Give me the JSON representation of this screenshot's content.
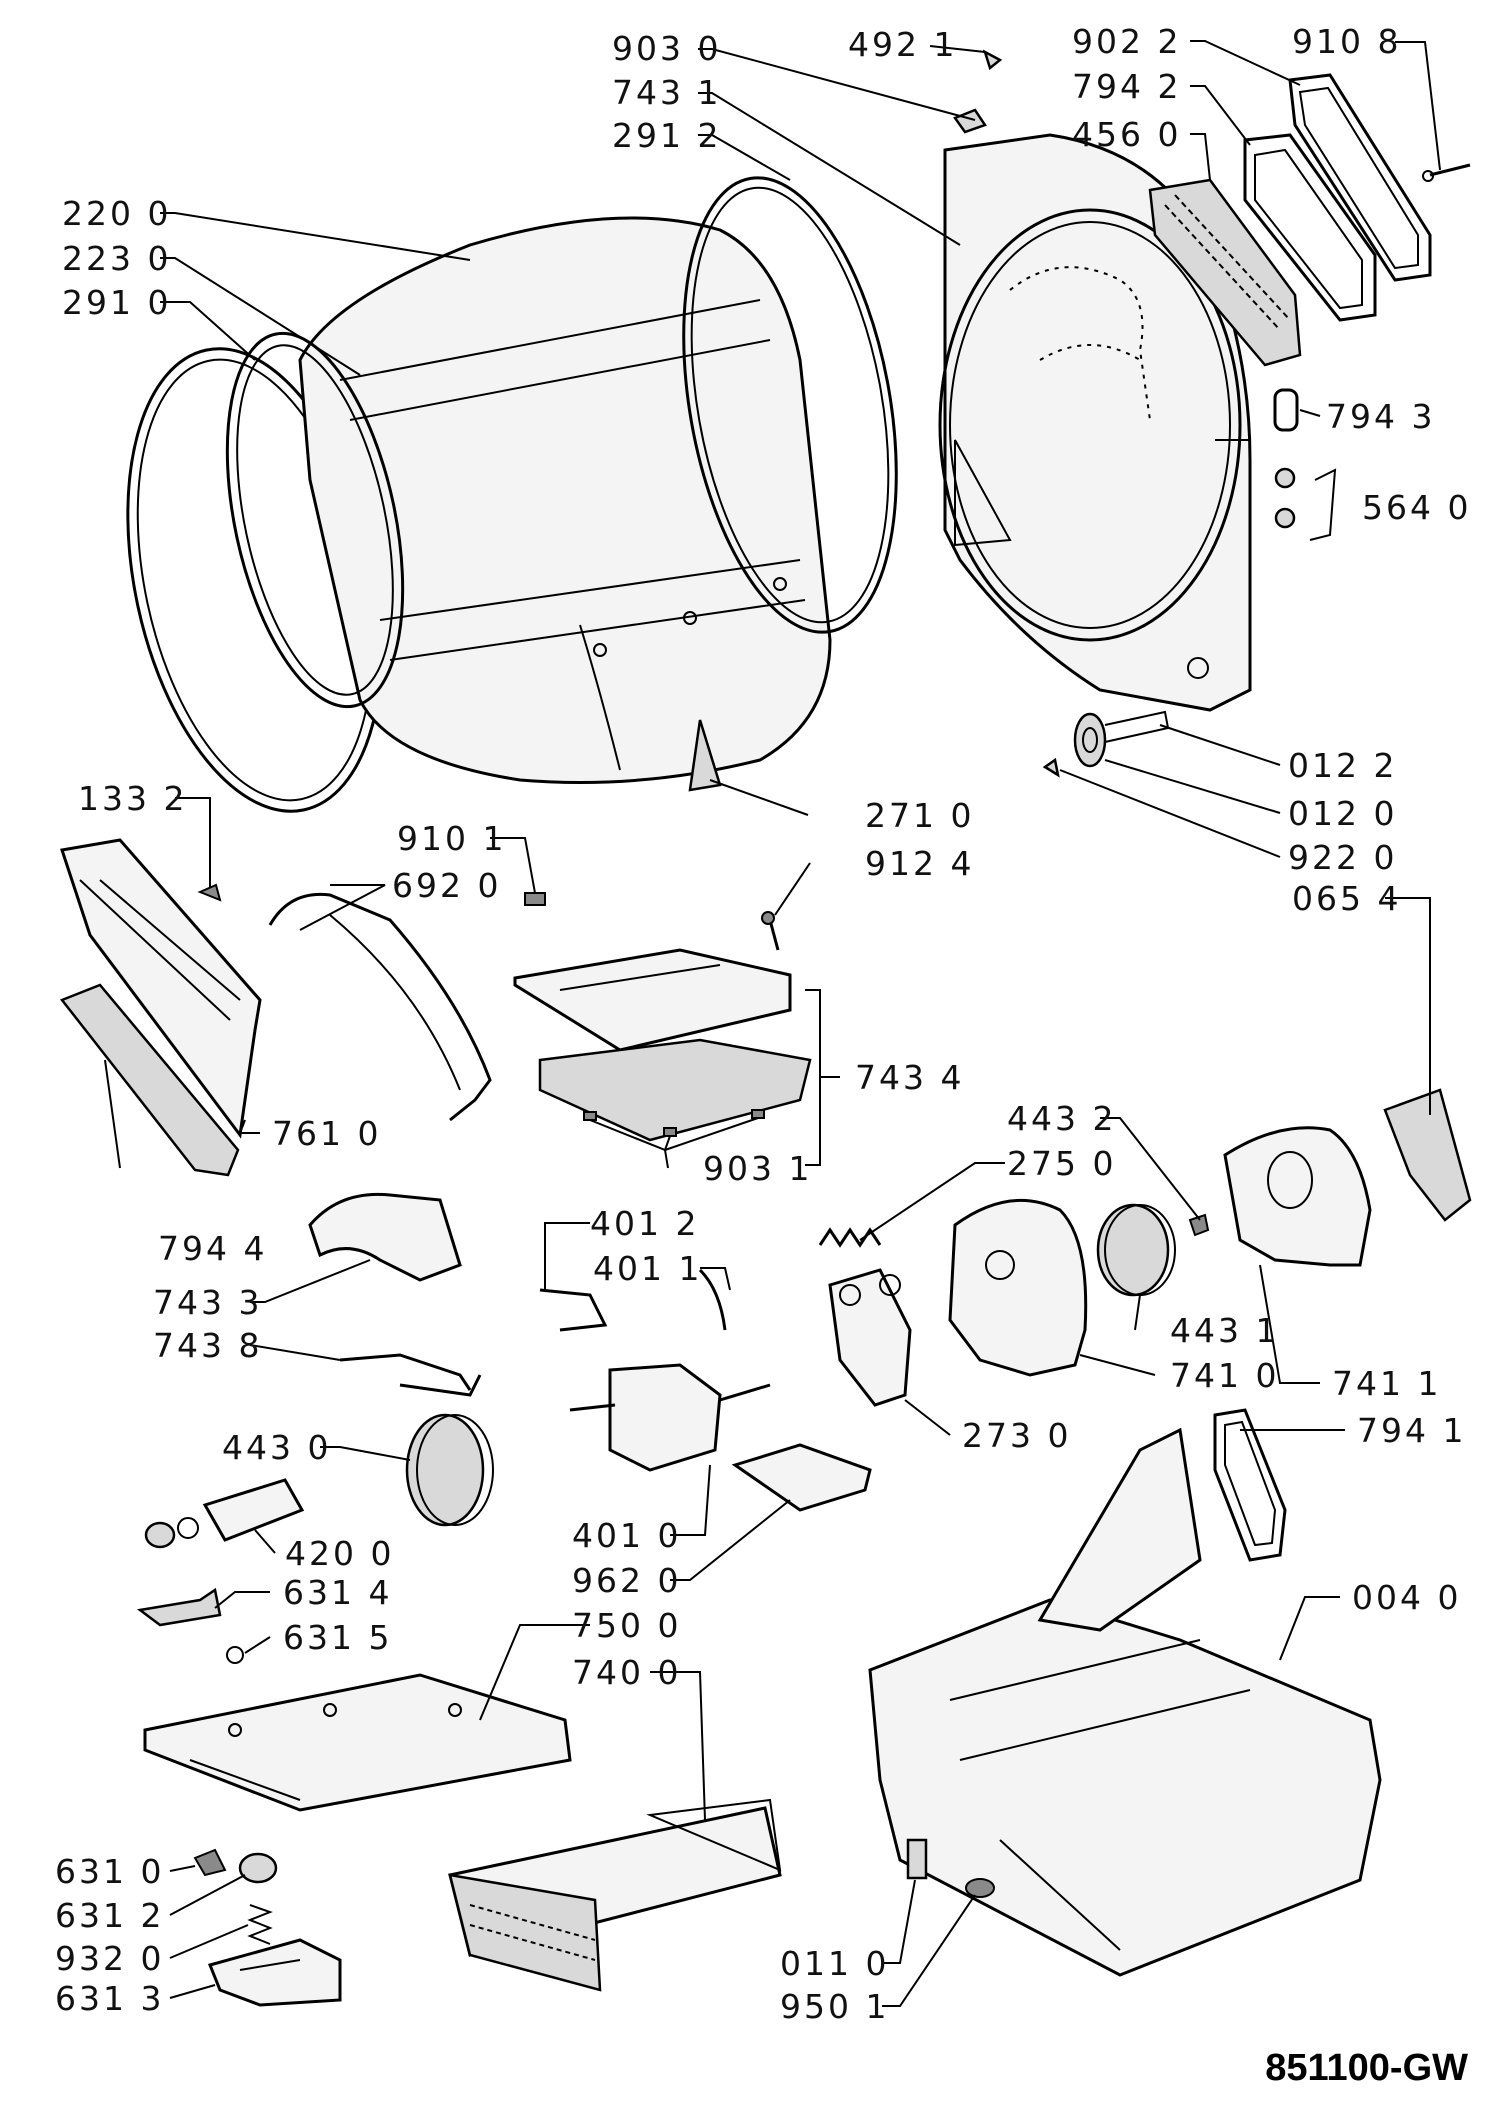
{
  "diagram_ref": "851100-GW",
  "labels": [
    {
      "id": "903-0",
      "text": "903  0"
    },
    {
      "id": "743-1",
      "text": "743  1"
    },
    {
      "id": "291-2",
      "text": "291  2"
    },
    {
      "id": "220-0",
      "text": "220  0"
    },
    {
      "id": "223-0",
      "text": "223  0"
    },
    {
      "id": "291-0",
      "text": "291  0"
    },
    {
      "id": "492-1",
      "text": "492  1"
    },
    {
      "id": "902-2",
      "text": "902  2"
    },
    {
      "id": "794-2",
      "text": "794  2"
    },
    {
      "id": "456-0",
      "text": "456  0"
    },
    {
      "id": "910-8",
      "text": "910  8"
    },
    {
      "id": "794-3",
      "text": "794  3"
    },
    {
      "id": "564-0",
      "text": "564  0"
    },
    {
      "id": "012-2",
      "text": "012  2"
    },
    {
      "id": "012-0",
      "text": "012  0"
    },
    {
      "id": "922-0",
      "text": "922  0"
    },
    {
      "id": "065-4",
      "text": "065  4"
    },
    {
      "id": "271-0",
      "text": "271  0"
    },
    {
      "id": "133-2",
      "text": "133  2"
    },
    {
      "id": "910-1",
      "text": "910  1"
    },
    {
      "id": "692-0",
      "text": "692  0"
    },
    {
      "id": "912-4",
      "text": "912  4"
    },
    {
      "id": "743-4",
      "text": "743  4"
    },
    {
      "id": "761-0",
      "text": "761  0"
    },
    {
      "id": "903-1",
      "text": "903  1"
    },
    {
      "id": "443-2",
      "text": "443  2"
    },
    {
      "id": "275-0",
      "text": "275  0"
    },
    {
      "id": "794-4",
      "text": "794  4"
    },
    {
      "id": "743-3",
      "text": "743  3"
    },
    {
      "id": "743-8",
      "text": "743  8"
    },
    {
      "id": "401-2",
      "text": "401  2"
    },
    {
      "id": "401-1",
      "text": "401  1"
    },
    {
      "id": "443-1",
      "text": "443  1"
    },
    {
      "id": "741-0",
      "text": "741  0"
    },
    {
      "id": "741-1",
      "text": "741  1"
    },
    {
      "id": "273-0",
      "text": "273  0"
    },
    {
      "id": "794-1",
      "text": "794  1"
    },
    {
      "id": "443-0",
      "text": "443  0"
    },
    {
      "id": "420-0",
      "text": "420  0"
    },
    {
      "id": "401-0",
      "text": "401  0"
    },
    {
      "id": "962-0",
      "text": "962  0"
    },
    {
      "id": "631-4",
      "text": "631  4"
    },
    {
      "id": "631-5",
      "text": "631  5"
    },
    {
      "id": "750-0",
      "text": "750  0"
    },
    {
      "id": "740-0",
      "text": "740  0"
    },
    {
      "id": "004-0",
      "text": "004  0"
    },
    {
      "id": "631-0",
      "text": "631  0"
    },
    {
      "id": "631-2",
      "text": "631  2"
    },
    {
      "id": "932-0",
      "text": "932  0"
    },
    {
      "id": "631-3",
      "text": "631  3"
    },
    {
      "id": "011-0",
      "text": "011  0"
    },
    {
      "id": "950-1",
      "text": "950  1"
    }
  ]
}
